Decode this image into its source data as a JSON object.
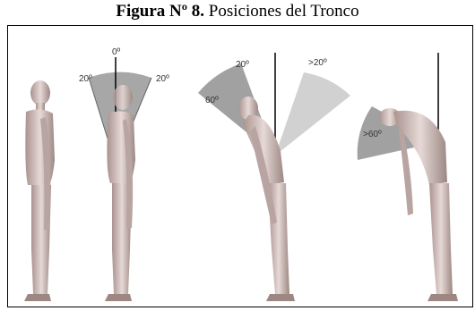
{
  "caption": {
    "prefix": "Figura Nº 8.",
    "title": " Posiciones del Tronco"
  },
  "figures": [
    {
      "name": "standing-neutral"
    },
    {
      "name": "standing-with-range",
      "labels": [
        "0º",
        "20º",
        "20º"
      ]
    },
    {
      "name": "flexion-moderate",
      "labels": [
        "20º",
        "60º",
        ">20º"
      ]
    },
    {
      "name": "flexion-deep",
      "labels": [
        ">60º"
      ]
    }
  ],
  "colors": {
    "wedge_dark": "#8a8a8a",
    "wedge_light": "#c9c9c9",
    "skin": "#c9b8b4"
  }
}
